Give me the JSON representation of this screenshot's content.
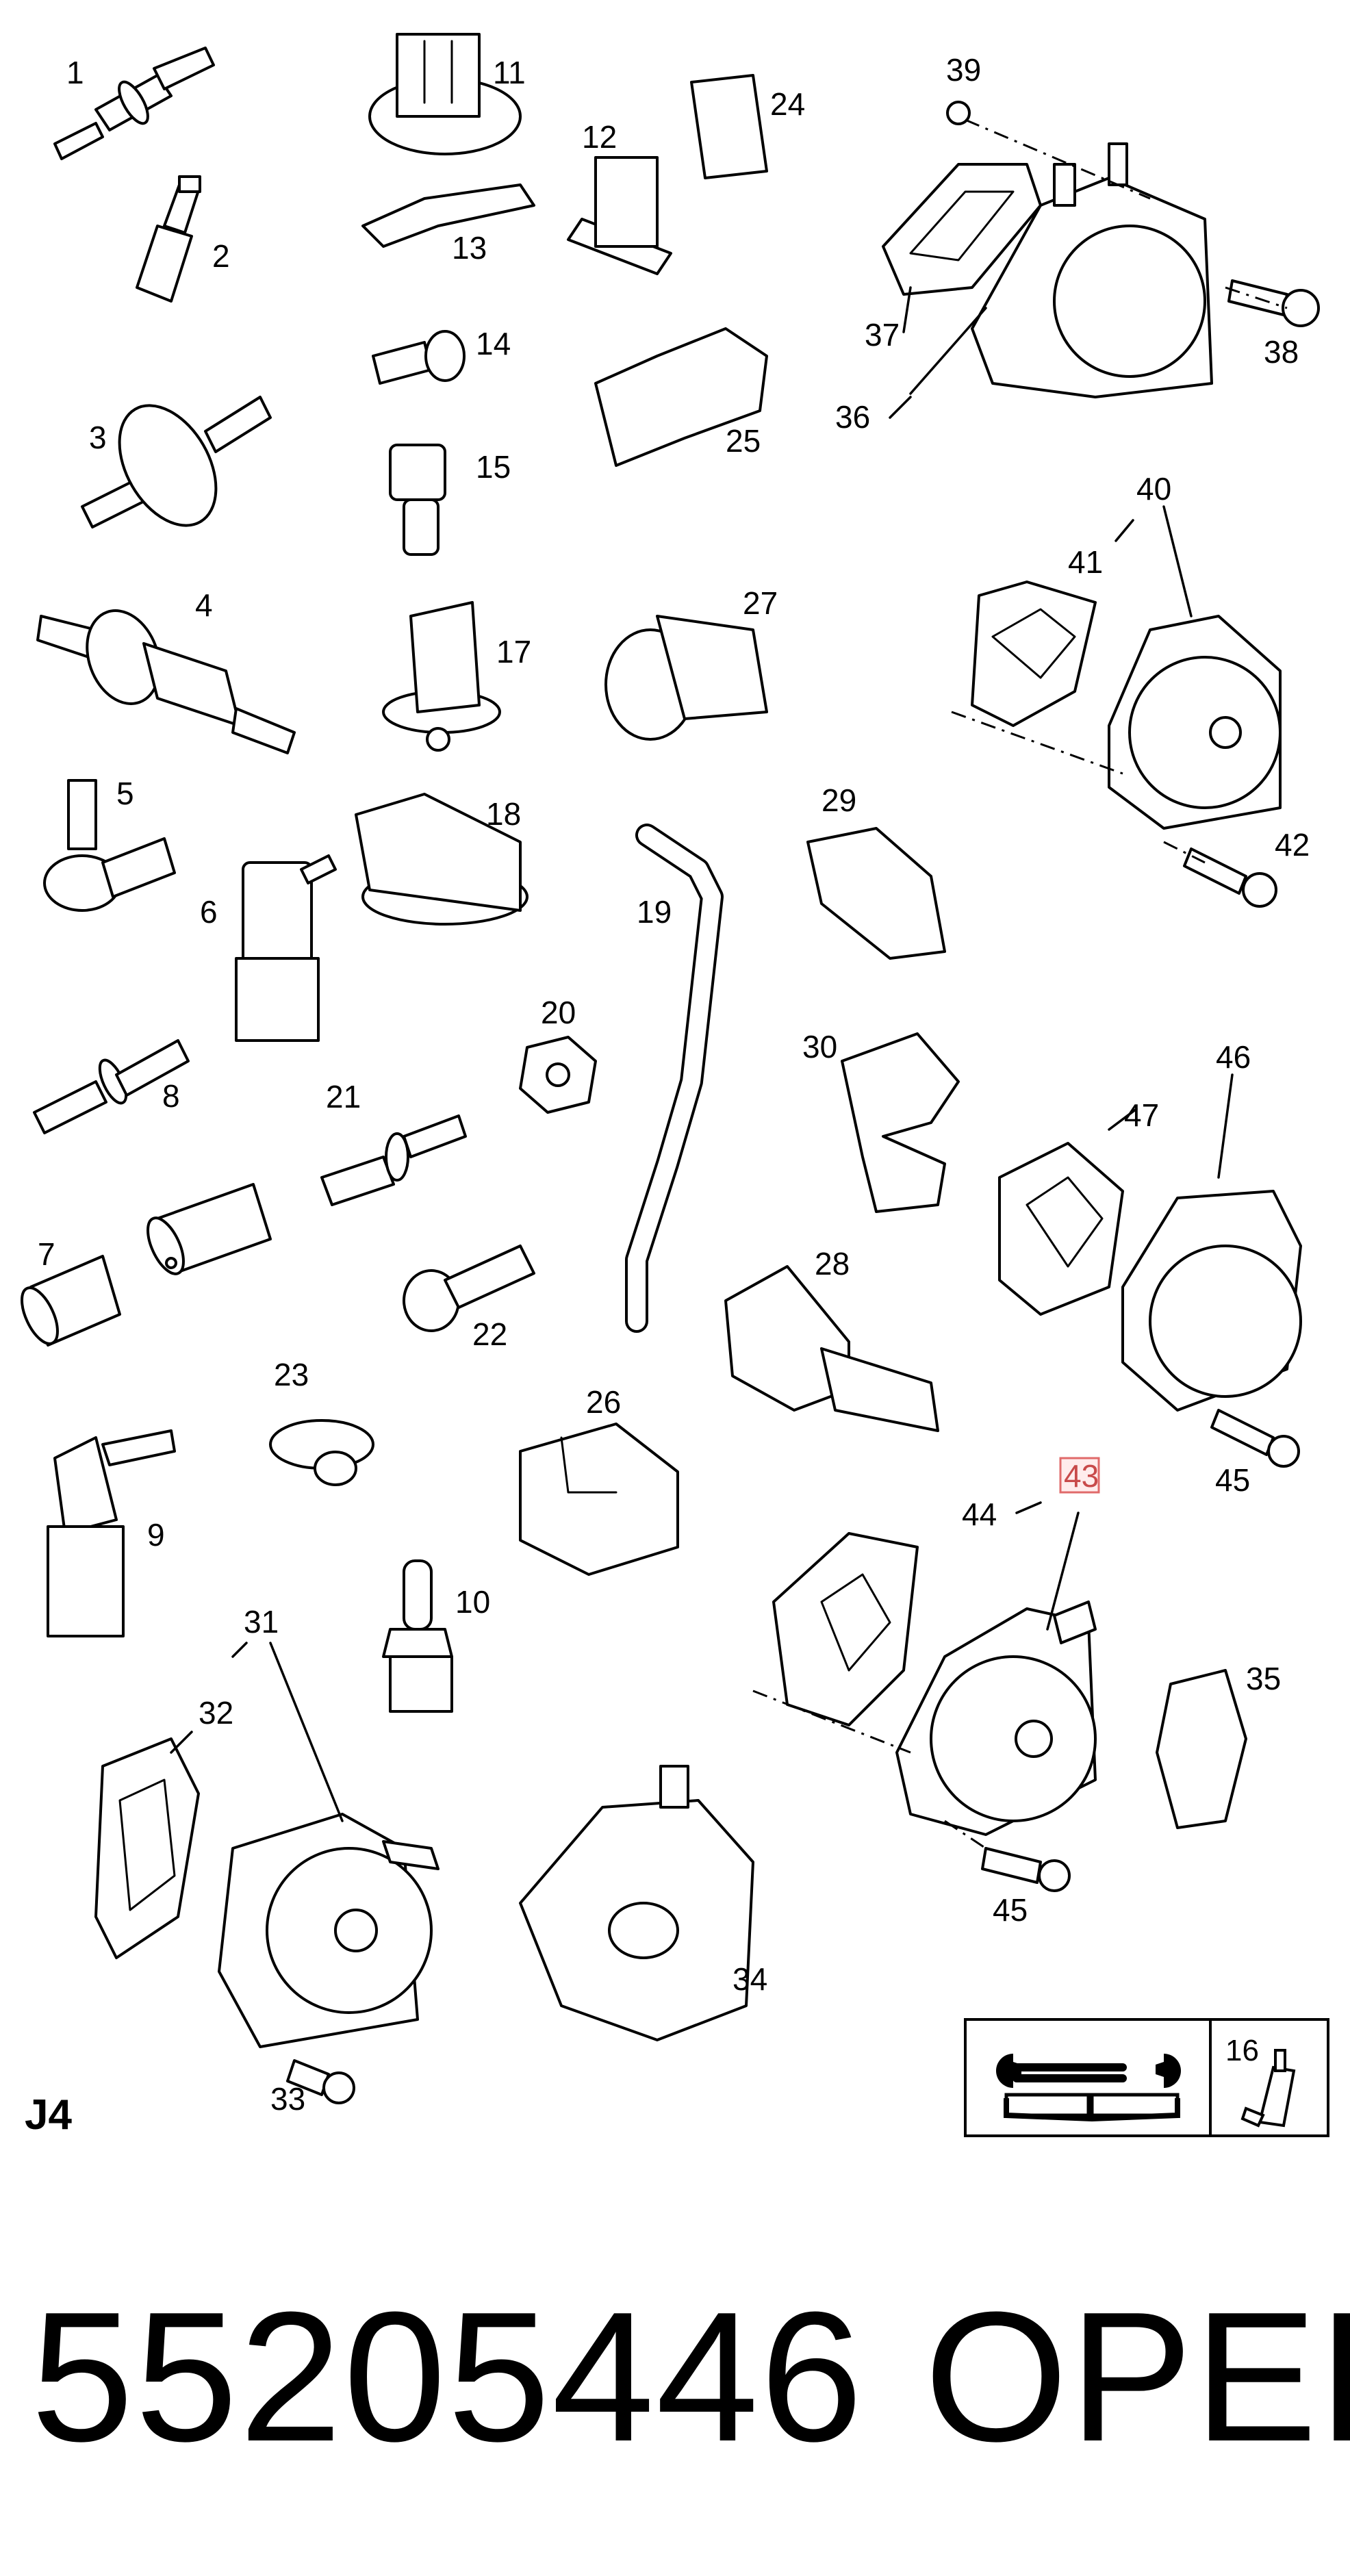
{
  "sheet_code": "J4",
  "part_number": "55205446",
  "brand": "OPEL",
  "highlighted_callout": "43",
  "callouts": {
    "c1": "1",
    "c2": "2",
    "c3": "3",
    "c4": "4",
    "c5": "5",
    "c6": "6",
    "c7": "7",
    "c8": "8",
    "c9": "9",
    "c10": "10",
    "c11": "11",
    "c12": "12",
    "c13": "13",
    "c14": "14",
    "c15": "15",
    "c16": "16",
    "c17": "17",
    "c18": "18",
    "c19": "19",
    "c20": "20",
    "c21": "21",
    "c22": "22",
    "c23": "23",
    "c24": "24",
    "c25": "25",
    "c26": "26",
    "c27": "27",
    "c28": "28",
    "c29": "29",
    "c30": "30",
    "c31": "31",
    "c32": "32",
    "c33": "33",
    "c34": "34",
    "c35": "35",
    "c36": "36",
    "c37": "37",
    "c38": "38",
    "c39": "39",
    "c40": "40",
    "c41": "41",
    "c42": "42",
    "c43": "43",
    "c44": "44",
    "c45a": "45",
    "c45b": "45",
    "c46": "46",
    "c47": "47"
  },
  "colors": {
    "ink": "#000000",
    "background": "#ffffff",
    "highlight_border": "#e06a6a",
    "highlight_fill": "#ffecec"
  },
  "icons": {
    "manual": "wrench-book-icon",
    "sealant": "sealant-tube-icon"
  }
}
